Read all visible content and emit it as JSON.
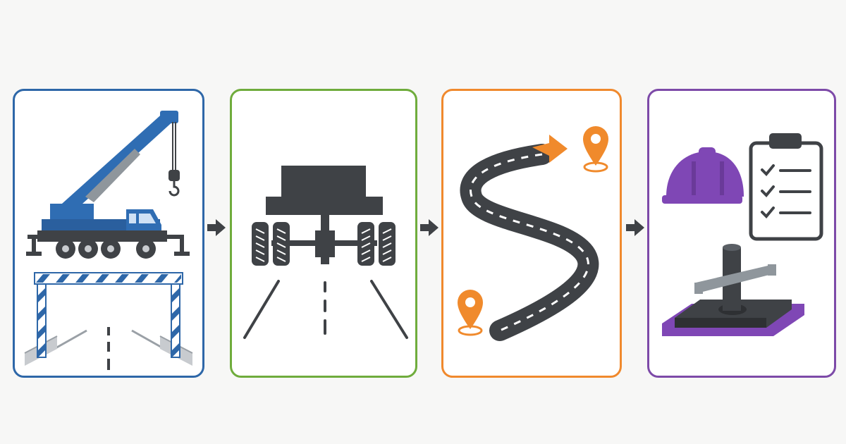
{
  "colors": {
    "background": "#f7f7f6",
    "dark": "#3f4246",
    "panel_1": "#2e67a8",
    "panel_2": "#6fac3c",
    "panel_3": "#f0892d",
    "panel_4": "#7d4aa8",
    "crane_blue": "#2f6db3",
    "helmet_purple": "#7f47b5",
    "marker_orange": "#f08a2c"
  },
  "steps": [
    {
      "id": "step-1",
      "icons": [
        "mobile-crane-icon",
        "height-barrier-gate-icon",
        "road-icon"
      ]
    },
    {
      "id": "step-2",
      "icons": [
        "axle-load-icon",
        "road-lanes-icon"
      ]
    },
    {
      "id": "step-3",
      "icons": [
        "winding-route-icon",
        "start-pin-icon",
        "destination-pin-icon",
        "direction-arrow-icon"
      ]
    },
    {
      "id": "step-4",
      "icons": [
        "hard-hat-icon",
        "checklist-clipboard-icon",
        "outrigger-pad-icon"
      ]
    }
  ],
  "connectors": [
    "arrow-right-icon",
    "arrow-right-icon",
    "arrow-right-icon"
  ]
}
